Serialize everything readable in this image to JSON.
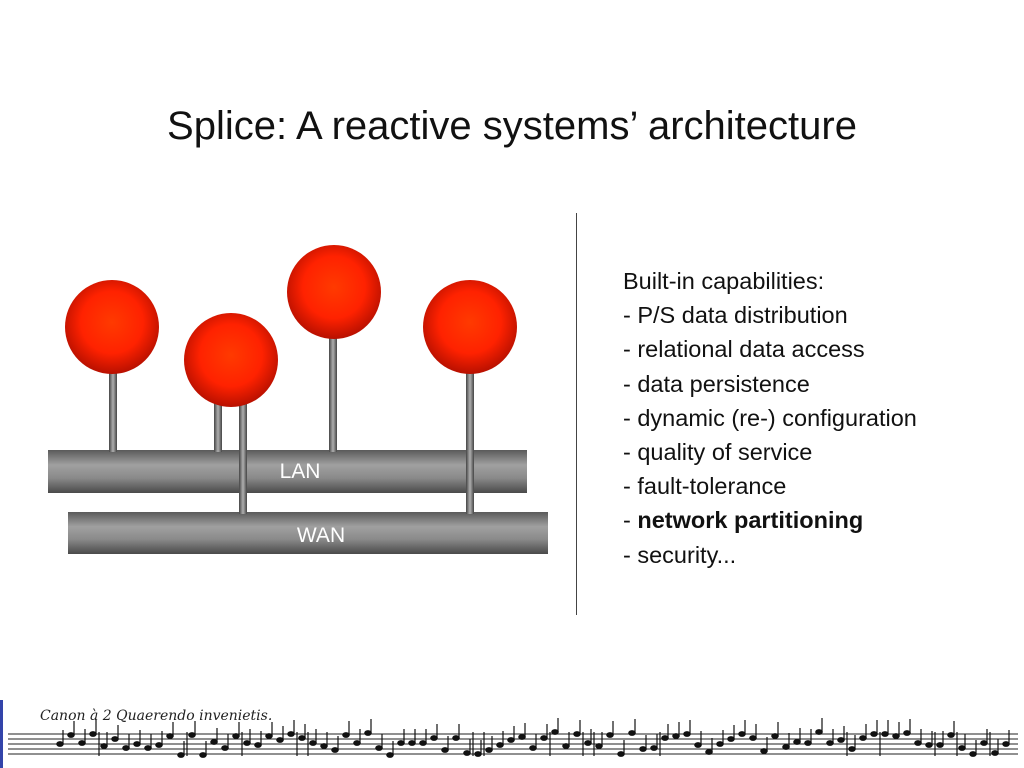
{
  "slide": {
    "title": "Splice: A reactive systems’ architecture"
  },
  "network": {
    "lan_label": "LAN",
    "wan_label": "WAN",
    "node_color": "#ff2a00",
    "bus_color": "#7a7a7a"
  },
  "capabilities": {
    "heading": "Built-in capabilities:",
    "items": [
      "- P/S data distribution",
      "- relational data access",
      "- data persistence",
      "- dynamic (re-) configuration",
      "- quality of service",
      "- fault-tolerance"
    ],
    "highlight_prefix": "- ",
    "highlight": "network partitioning",
    "last": "- security..."
  },
  "footer": {
    "score_caption": "Canon à 2   Quaerendo invenietis."
  }
}
